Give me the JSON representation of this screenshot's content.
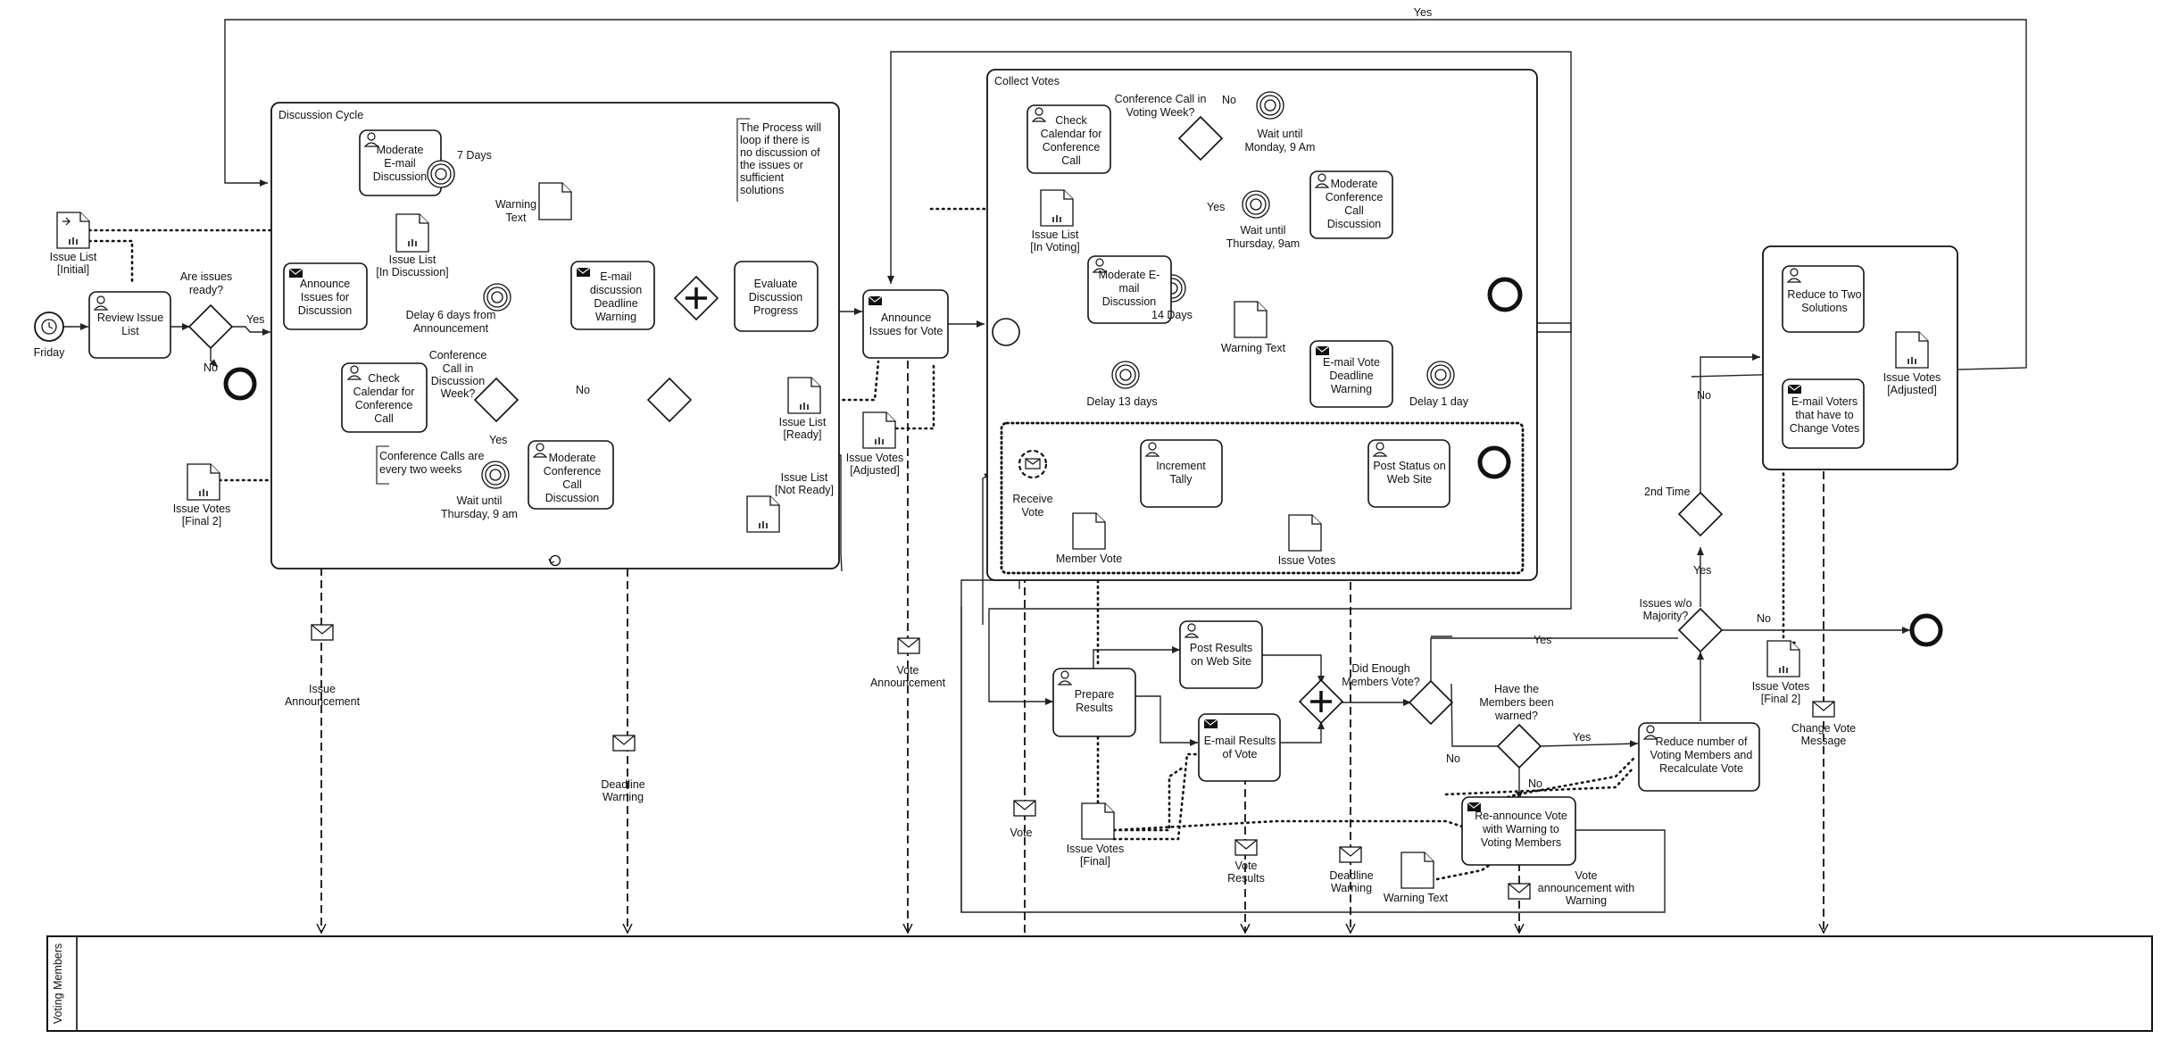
{
  "pool": {
    "title": "Voting Members"
  },
  "subprocesses": {
    "discussion_cycle": "Discussion Cycle",
    "collect_votes": "Collect Votes"
  },
  "events": {
    "start": "Friday"
  },
  "tasks": {
    "review_issue_list": [
      "Review Issue",
      "List"
    ],
    "announce_issues_discussion": [
      "Announce",
      "Issues for",
      "Discussion"
    ],
    "moderate_email_discussion": [
      "Moderate",
      "E-mail",
      "Discussion"
    ],
    "check_calendar_1": [
      "Check",
      "Calendar for",
      "Conference",
      "Call"
    ],
    "email_discussion_deadline": [
      "E-mail",
      "discussion",
      "Deadline",
      "Warning"
    ],
    "moderate_conf_call_1": [
      "Moderate",
      "Conference",
      "Call",
      "Discussion"
    ],
    "evaluate_discussion": [
      "Evaluate",
      "Discussion",
      "Progress"
    ],
    "announce_issues_vote": [
      "Announce",
      "Issues for Vote"
    ],
    "check_calendar_2": [
      "Check",
      "Calendar for",
      "Conference",
      "Call"
    ],
    "moderate_conf_call_2": [
      "Moderate",
      "Conference",
      "Call",
      "Discussion"
    ],
    "moderate_email_2": [
      "Moderate E-",
      "mail",
      "Discussion"
    ],
    "email_vote_deadline": [
      "E-mail Vote",
      "Deadline",
      "Warning"
    ],
    "increment_tally": [
      "Increment",
      "Tally"
    ],
    "post_status": [
      "Post Status on",
      "Web Site"
    ],
    "prepare_results": [
      "Prepare",
      "Results"
    ],
    "post_results": [
      "Post Results",
      "on Web Site"
    ],
    "email_results": [
      "E-mail Results",
      "of Vote"
    ],
    "reduce_voting_members": [
      "Reduce number of",
      "Voting Members and",
      "Recalculate Vote"
    ],
    "reannounce_vote": [
      "Re-announce Vote",
      "with Warning to",
      "Voting Members"
    ],
    "reduce_two_solutions": [
      "Reduce to Two",
      "Solutions"
    ],
    "email_voters_change": [
      "E-mail Voters",
      "that have to",
      "Change Votes"
    ]
  },
  "labels": {
    "yes_top": "Yes",
    "are_issues_ready": [
      "Are issues",
      "ready?"
    ],
    "yes_1": "Yes",
    "no_1": "No",
    "seven_days": "7 Days",
    "warning_text_1": [
      "Warning",
      "Text"
    ],
    "delay_6_days": [
      "Delay 6 days from",
      "Announcement"
    ],
    "conf_call_in_discussion": [
      "Conference",
      "Call in",
      "Discussion",
      "Week?"
    ],
    "no_2": "No",
    "yes_2": "Yes",
    "wait_thursday_1": [
      "Wait until",
      "Thursday, 9 am"
    ],
    "conf_calls_every_two": [
      "Conference Calls are",
      "every two weeks"
    ],
    "process_loop_note": [
      "The Process will",
      "loop if there is",
      "no discussion of",
      "the issues or",
      "sufficient",
      "solutions"
    ],
    "conf_call_in_voting": [
      "Conference Call in",
      "Voting Week?"
    ],
    "no_3": "No",
    "yes_3": "Yes",
    "wait_monday": [
      "Wait until",
      "Monday, 9 Am"
    ],
    "wait_thursday_2": [
      "Wait until",
      "Thursday, 9am"
    ],
    "fourteen_days": "14 Days",
    "warning_text_2": "Warning Text",
    "delay_13_days": "Delay 13 days",
    "delay_1_day": "Delay 1 day",
    "receive_vote": [
      "Receive",
      "Vote"
    ],
    "did_enough_vote": [
      "Did Enough",
      "Members Vote?"
    ],
    "yes_4": "Yes",
    "no_4": "No",
    "have_members_warned": [
      "Have the",
      "Members been",
      "warned?"
    ],
    "yes_5": "Yes",
    "no_5": "No",
    "issues_wo_majority": [
      "Issues w/o",
      "Majority?"
    ],
    "yes_6": "Yes",
    "no_6": "No",
    "second_time": "2nd Time",
    "no_7": "No",
    "warning_text_3": "Warning Text"
  },
  "data_objects": {
    "issue_list_initial": [
      "Issue List",
      "[Initial]"
    ],
    "issue_list_in_discussion": [
      "Issue List",
      "[In Discussion]"
    ],
    "issue_votes_final2_left": [
      "Issue Votes",
      "[Final 2]"
    ],
    "issue_list_ready": [
      "Issue List",
      "[Ready]"
    ],
    "issue_list_not_ready": [
      "Issue List",
      "[Not Ready]"
    ],
    "issue_votes_adjusted_mid": [
      "Issue Votes",
      "[Adjusted]"
    ],
    "issue_list_in_voting": [
      "Issue List",
      "[In Voting]"
    ],
    "member_vote": "Member Vote",
    "issue_votes": "Issue Votes",
    "issue_votes_final": [
      "Issue Votes",
      "[Final]"
    ],
    "issue_votes_final2_right": [
      "Issue Votes",
      "[Final 2]"
    ],
    "issue_votes_adjusted_right": [
      "Issue Votes",
      "[Adjusted]"
    ]
  },
  "messages": {
    "issue_announcement": [
      "Issue",
      "Announcement"
    ],
    "deadline_warning_1": [
      "Deadline",
      "Warning"
    ],
    "vote_announcement": [
      "Vote",
      "Announcement"
    ],
    "vote": "Vote",
    "vote_results": [
      "Vote",
      "Results"
    ],
    "deadline_warning_2": [
      "Deadline",
      "Warning"
    ],
    "vote_announcement_warning": [
      "Vote",
      "announcement with",
      "Warning"
    ],
    "change_vote_message": [
      "Change Vote",
      "Message"
    ]
  }
}
